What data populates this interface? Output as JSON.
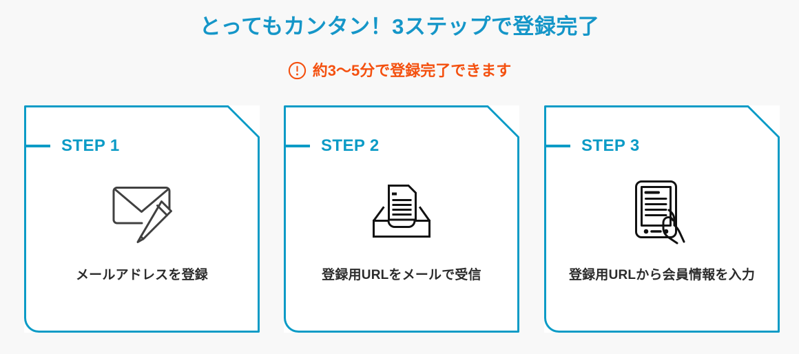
{
  "header": {
    "headline": "とってもカンタン！3ステップで登録完了",
    "subline": "約3〜5分で登録完了できます",
    "warn_icon": "exclamation-circle-icon",
    "headline_color": "#1596c8",
    "subline_color": "#f4500f"
  },
  "theme": {
    "background": "#f8f8f8",
    "card_background": "#ffffff",
    "accent": "#0c9bc6",
    "icon_stroke": "#231f20",
    "caption_color": "#2b2b2b"
  },
  "steps": [
    {
      "label": "STEP 1",
      "icon": "envelope-pencil-icon",
      "caption": "メールアドレスを登録"
    },
    {
      "label": "STEP 2",
      "icon": "inbox-tray-document-icon",
      "caption": "登録用URLをメールで受信"
    },
    {
      "label": "STEP 3",
      "icon": "tablet-hand-icon",
      "caption": "登録用URLから会員情報を入力"
    }
  ]
}
